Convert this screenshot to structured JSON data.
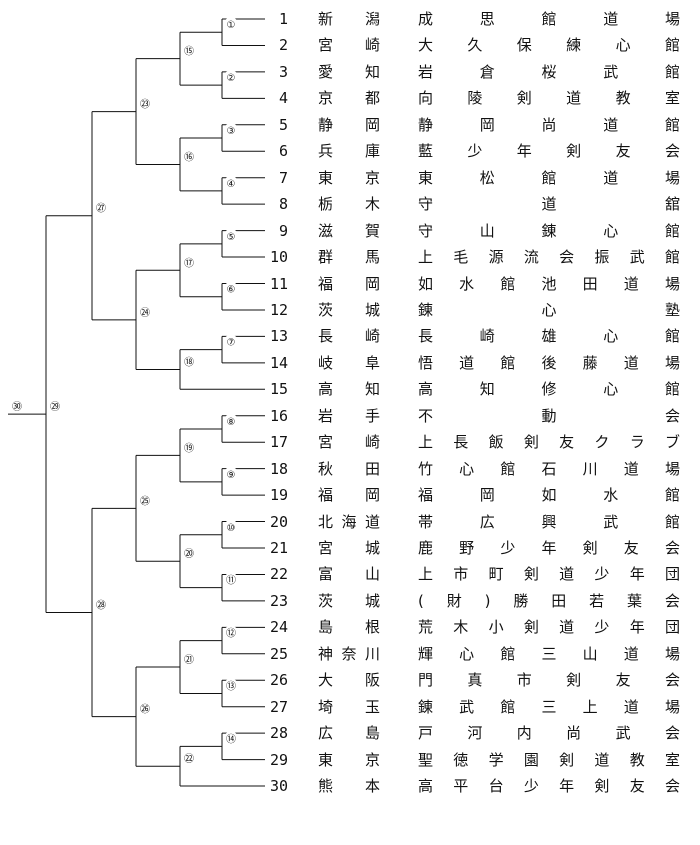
{
  "entries": [
    {
      "no": "1",
      "pref": "新潟",
      "club": "成思館道場"
    },
    {
      "no": "2",
      "pref": "宮崎",
      "club": "大久保練心館"
    },
    {
      "no": "3",
      "pref": "愛知",
      "club": "岩倉桜武館"
    },
    {
      "no": "4",
      "pref": "京都",
      "club": "向陵剣道教室"
    },
    {
      "no": "5",
      "pref": "静岡",
      "club": "静岡尚道館"
    },
    {
      "no": "6",
      "pref": "兵庫",
      "club": "藍少年剣友会"
    },
    {
      "no": "7",
      "pref": "東京",
      "club": "東松館道場"
    },
    {
      "no": "8",
      "pref": "栃木",
      "club": "守道舘"
    },
    {
      "no": "9",
      "pref": "滋賀",
      "club": "守山錬心館"
    },
    {
      "no": "10",
      "pref": "群馬",
      "club": "上毛源流会振武館"
    },
    {
      "no": "11",
      "pref": "福岡",
      "club": "如水館池田道場"
    },
    {
      "no": "12",
      "pref": "茨城",
      "club": "錬心塾"
    },
    {
      "no": "13",
      "pref": "長崎",
      "club": "長崎雄心館"
    },
    {
      "no": "14",
      "pref": "岐阜",
      "club": "悟道館後藤道場"
    },
    {
      "no": "15",
      "pref": "高知",
      "club": "高知修心館"
    },
    {
      "no": "16",
      "pref": "岩手",
      "club": "不動会"
    },
    {
      "no": "17",
      "pref": "宮崎",
      "club": "上長飯剣友クラブ"
    },
    {
      "no": "18",
      "pref": "秋田",
      "club": "竹心館石川道場"
    },
    {
      "no": "19",
      "pref": "福岡",
      "club": "福岡如水館"
    },
    {
      "no": "20",
      "pref": "北海道",
      "club": "帯広興武館"
    },
    {
      "no": "21",
      "pref": "宮城",
      "club": "鹿野少年剣友会"
    },
    {
      "no": "22",
      "pref": "富山",
      "club": "上市町剣道少年団"
    },
    {
      "no": "23",
      "pref": "茨城",
      "club": "(財)勝田若葉会"
    },
    {
      "no": "24",
      "pref": "島根",
      "club": "荒木小剣道少年団"
    },
    {
      "no": "25",
      "pref": "神奈川",
      "club": "輝心館三山道場"
    },
    {
      "no": "26",
      "pref": "大阪",
      "club": "門真市剣友会"
    },
    {
      "no": "27",
      "pref": "埼玉",
      "club": "錬武館三上道場"
    },
    {
      "no": "28",
      "pref": "広島",
      "club": "戸河内尚武会"
    },
    {
      "no": "29",
      "pref": "東京",
      "club": "聖徳学園剣道教室"
    },
    {
      "no": "30",
      "pref": "熊本",
      "club": "高平台少年剣友会"
    }
  ],
  "matches": [
    {
      "label": "①",
      "a": 1,
      "b": 2
    },
    {
      "label": "②",
      "a": 3,
      "b": 4
    },
    {
      "label": "③",
      "a": 5,
      "b": 6
    },
    {
      "label": "④",
      "a": 7,
      "b": 8
    },
    {
      "label": "⑤",
      "a": 9,
      "b": 10
    },
    {
      "label": "⑥",
      "a": 11,
      "b": 12
    },
    {
      "label": "⑦",
      "a": 13,
      "b": 14
    },
    {
      "label": "⑧",
      "a": 16,
      "b": 17
    },
    {
      "label": "⑨",
      "a": 18,
      "b": 19
    },
    {
      "label": "⑩",
      "a": 20,
      "b": 21
    },
    {
      "label": "⑪",
      "a": 22,
      "b": 23
    },
    {
      "label": "⑫",
      "a": 24,
      "b": 25
    },
    {
      "label": "⑬",
      "a": 26,
      "b": 27
    },
    {
      "label": "⑭",
      "a": 28,
      "b": 29
    },
    {
      "label": "⑮",
      "a": "m1",
      "b": "m2"
    },
    {
      "label": "⑯",
      "a": "m3",
      "b": "m4"
    },
    {
      "label": "⑰",
      "a": "m5",
      "b": "m6"
    },
    {
      "label": "⑱",
      "a": "m7",
      "b": 15
    },
    {
      "label": "⑲",
      "a": "m8",
      "b": "m9"
    },
    {
      "label": "⑳",
      "a": "m10",
      "b": "m11"
    },
    {
      "label": "㉑",
      "a": "m12",
      "b": "m13"
    },
    {
      "label": "㉒",
      "a": "m14",
      "b": 30
    },
    {
      "label": "㉓",
      "a": "m15",
      "b": "m16"
    },
    {
      "label": "㉔",
      "a": "m17",
      "b": "m18"
    },
    {
      "label": "㉕",
      "a": "m19",
      "b": "m20"
    },
    {
      "label": "㉖",
      "a": "m21",
      "b": "m22"
    },
    {
      "label": "㉗",
      "a": "m23",
      "b": "m24"
    },
    {
      "label": "㉘",
      "a": "m25",
      "b": "m26"
    },
    {
      "label": "㉙",
      "a": "m27",
      "b": "m28"
    },
    {
      "label": "㉚",
      "a": "m29",
      "b": null
    }
  ]
}
